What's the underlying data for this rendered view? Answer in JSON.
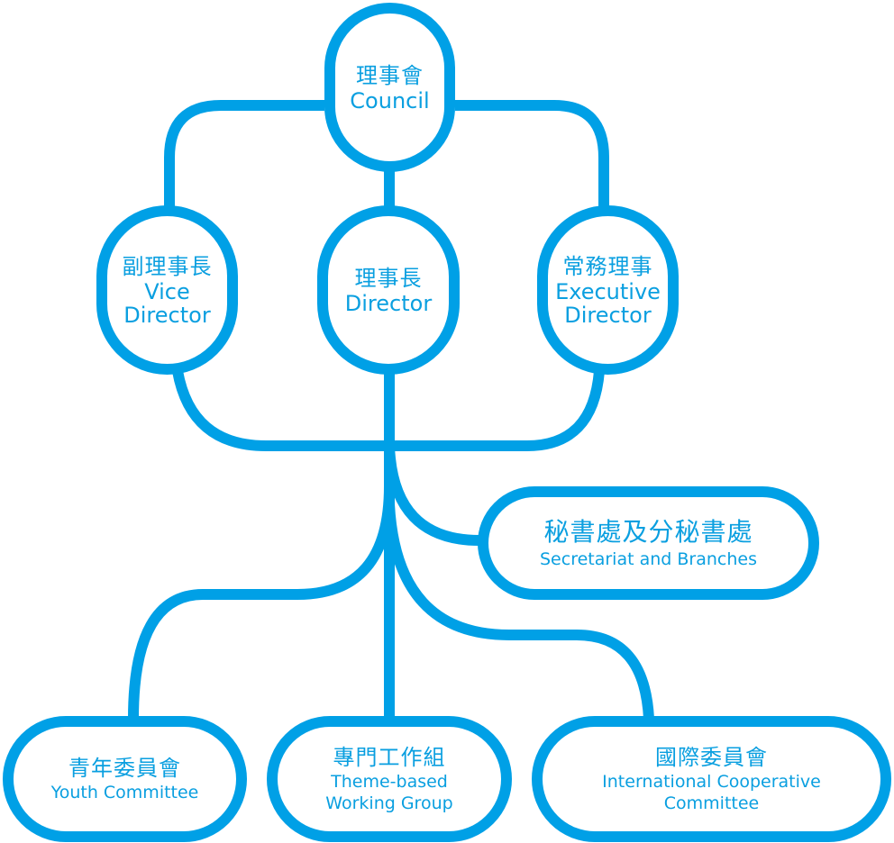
{
  "colors": {
    "line": "#00a0e6",
    "text": "#0a9fe0"
  },
  "nodes": {
    "council": {
      "zh": "理事會",
      "en": "Council"
    },
    "vice_director": {
      "zh": "副理事長",
      "en_1": "Vice",
      "en_2": "Director"
    },
    "director": {
      "zh": "理事長",
      "en": "Director"
    },
    "executive_director": {
      "zh": "常務理事",
      "en_1": "Executive",
      "en_2": "Director"
    },
    "secretariat": {
      "zh": "秘書處及分秘書處",
      "en": "Secretariat and Branches"
    },
    "youth": {
      "zh": "青年委員會",
      "en": "Youth Committee"
    },
    "theme": {
      "zh": "專門工作組",
      "en_1": "Theme-based",
      "en_2": "Working Group"
    },
    "international": {
      "zh": "國際委員會",
      "en_1": "International Cooperative",
      "en_2": "Committee"
    }
  }
}
